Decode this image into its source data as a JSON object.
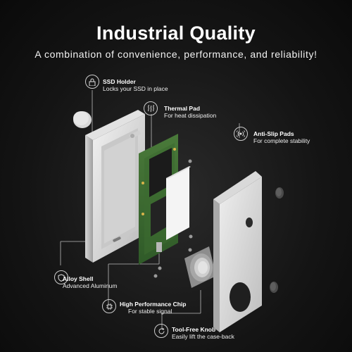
{
  "header": {
    "title": "Industrial Quality",
    "subtitle": "A combination of convenience, performance, and reliability!"
  },
  "callouts": [
    {
      "id": "ssd-holder",
      "title": "SSD Holder",
      "desc": "Locks your SSD in place",
      "icon": "lock-icon"
    },
    {
      "id": "thermal-pad",
      "title": "Thermal Pad",
      "desc": "For heat dissipation",
      "icon": "heat-waves-icon"
    },
    {
      "id": "anti-slip-pads",
      "title": "Anti-Slip Pads",
      "desc": "For complete stability",
      "icon": "vibration-icon"
    },
    {
      "id": "alloy-shell",
      "title": "Alloy Shell",
      "desc": "Advanced Aluminum",
      "icon": "shield-icon"
    },
    {
      "id": "high-performance-chip",
      "title": "High Performance Chip",
      "desc": "For stable signal",
      "icon": "chip-icon"
    },
    {
      "id": "tool-free-knob",
      "title": "Tool-Free Knob",
      "desc": "Easily lift the case-back",
      "icon": "rotate-icon"
    }
  ]
}
